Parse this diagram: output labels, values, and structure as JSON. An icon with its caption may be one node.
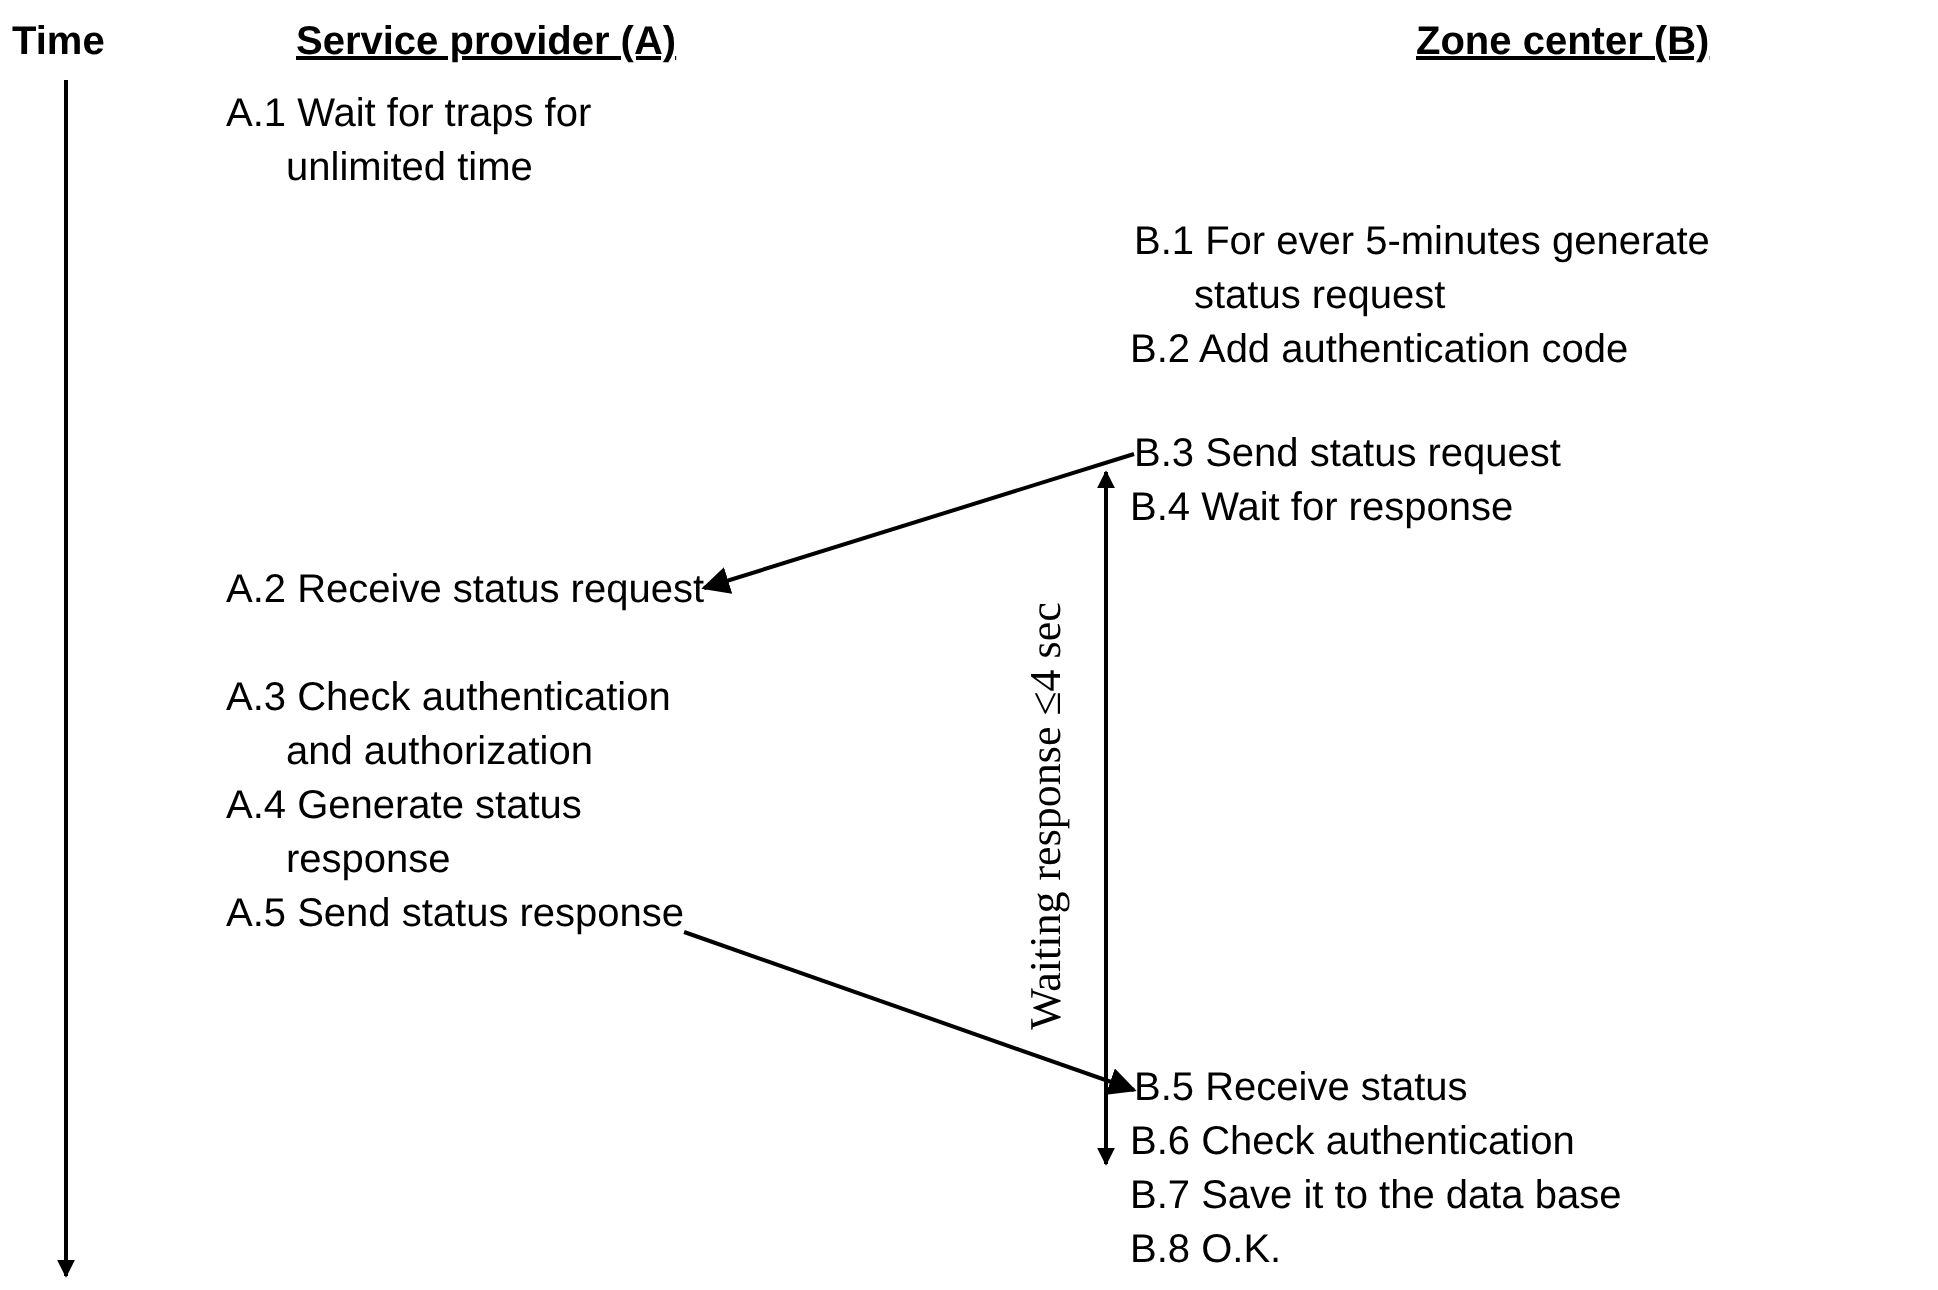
{
  "diagram": {
    "nodes": [
      {
        "text": [
          "B.3 Send status request"
        ]
      },
      {
        "text": [
          "A.2 Receive status request"
        ]
      },
      {
        "text": [
          "A.5 Send status response"
        ]
      },
      {
        "text": [
          "B.5 Receive status"
        ]
      }
    ],
    "edges": [
      {
        "from": 0,
        "to": 1,
        "arrow": "to"
      },
      {
        "from": 2,
        "to": 3,
        "arrow": "to"
      }
    ],
    "labels": [
      "Time",
      "Service provider (A)",
      "Zone center (B)",
      "A.1 Wait for traps for unlimited time",
      "B.1 For ever 5-minutes generate status request",
      "B.2 Add authentication code",
      "B.4 Wait for response",
      "Waiting response ≤4 sec",
      "A.3 Check authentication and authorization",
      "A.4 Generate status response",
      "B.6 Check authentication",
      "B.7 Save it to the data base",
      "B.8 O.K."
    ]
  }
}
